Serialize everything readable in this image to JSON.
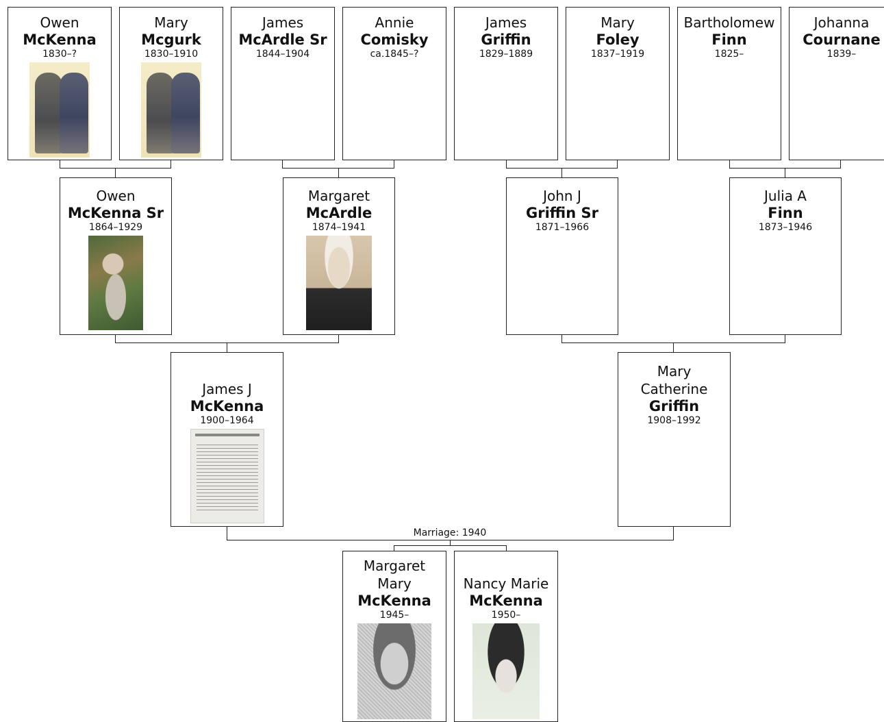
{
  "people": {
    "p1": {
      "given": "Owen",
      "surname": "McKenna",
      "years": "1830–?",
      "photo": "couple-photo"
    },
    "p2": {
      "given": "Mary",
      "surname": "Mcgurk",
      "years": "1830–1910",
      "photo": "couple-photo"
    },
    "p3": {
      "given": "James",
      "surname": "McArdle Sr",
      "years": "1844–1904",
      "photo": ""
    },
    "p4": {
      "given": "Annie",
      "surname": "Comisky",
      "years": "ca.1845–?",
      "photo": ""
    },
    "p5": {
      "given": "James",
      "surname": "Griffin",
      "years": "1829–1889",
      "photo": ""
    },
    "p6": {
      "given": "Mary",
      "surname": "Foley",
      "years": "1837–1919",
      "photo": ""
    },
    "p7": {
      "given": "Bartholomew",
      "surname": "Finn",
      "years": "1825–",
      "photo": ""
    },
    "p8": {
      "given": "Johanna",
      "surname": "Cournane",
      "years": "1839–",
      "photo": ""
    },
    "p9": {
      "given": "Owen",
      "surname": "McKenna Sr",
      "years": "1864–1929",
      "photo": "garden-photo"
    },
    "p10": {
      "given": "Margaret",
      "surname": "McArdle",
      "years": "1874–1941",
      "photo": "portrait-photo"
    },
    "p11": {
      "given": "John J",
      "surname": "Griffin Sr",
      "years": "1871–1966",
      "photo": ""
    },
    "p12": {
      "given": "Julia A",
      "surname": "Finn",
      "years": "1873–1946",
      "photo": ""
    },
    "p13": {
      "given": "James J",
      "surname": "McKenna",
      "years": "1900–1964",
      "photo": "funeral-notice"
    },
    "p14": {
      "given": "Mary Catherine",
      "surname": "Griffin",
      "years": "1908–1992",
      "photo": ""
    },
    "p15": {
      "given": "Margaret Mary",
      "surname": "McKenna",
      "years": "1945–",
      "photo": "bw-portrait-photo"
    },
    "p16": {
      "given": "Nancy Marie",
      "surname": "McKenna",
      "years": "1950–",
      "photo": "bw-portrait-photo"
    }
  },
  "marriage_label": "Marriage: 1940",
  "colors": {
    "border": "#222222",
    "line": "#222222",
    "background": "#ffffff"
  }
}
